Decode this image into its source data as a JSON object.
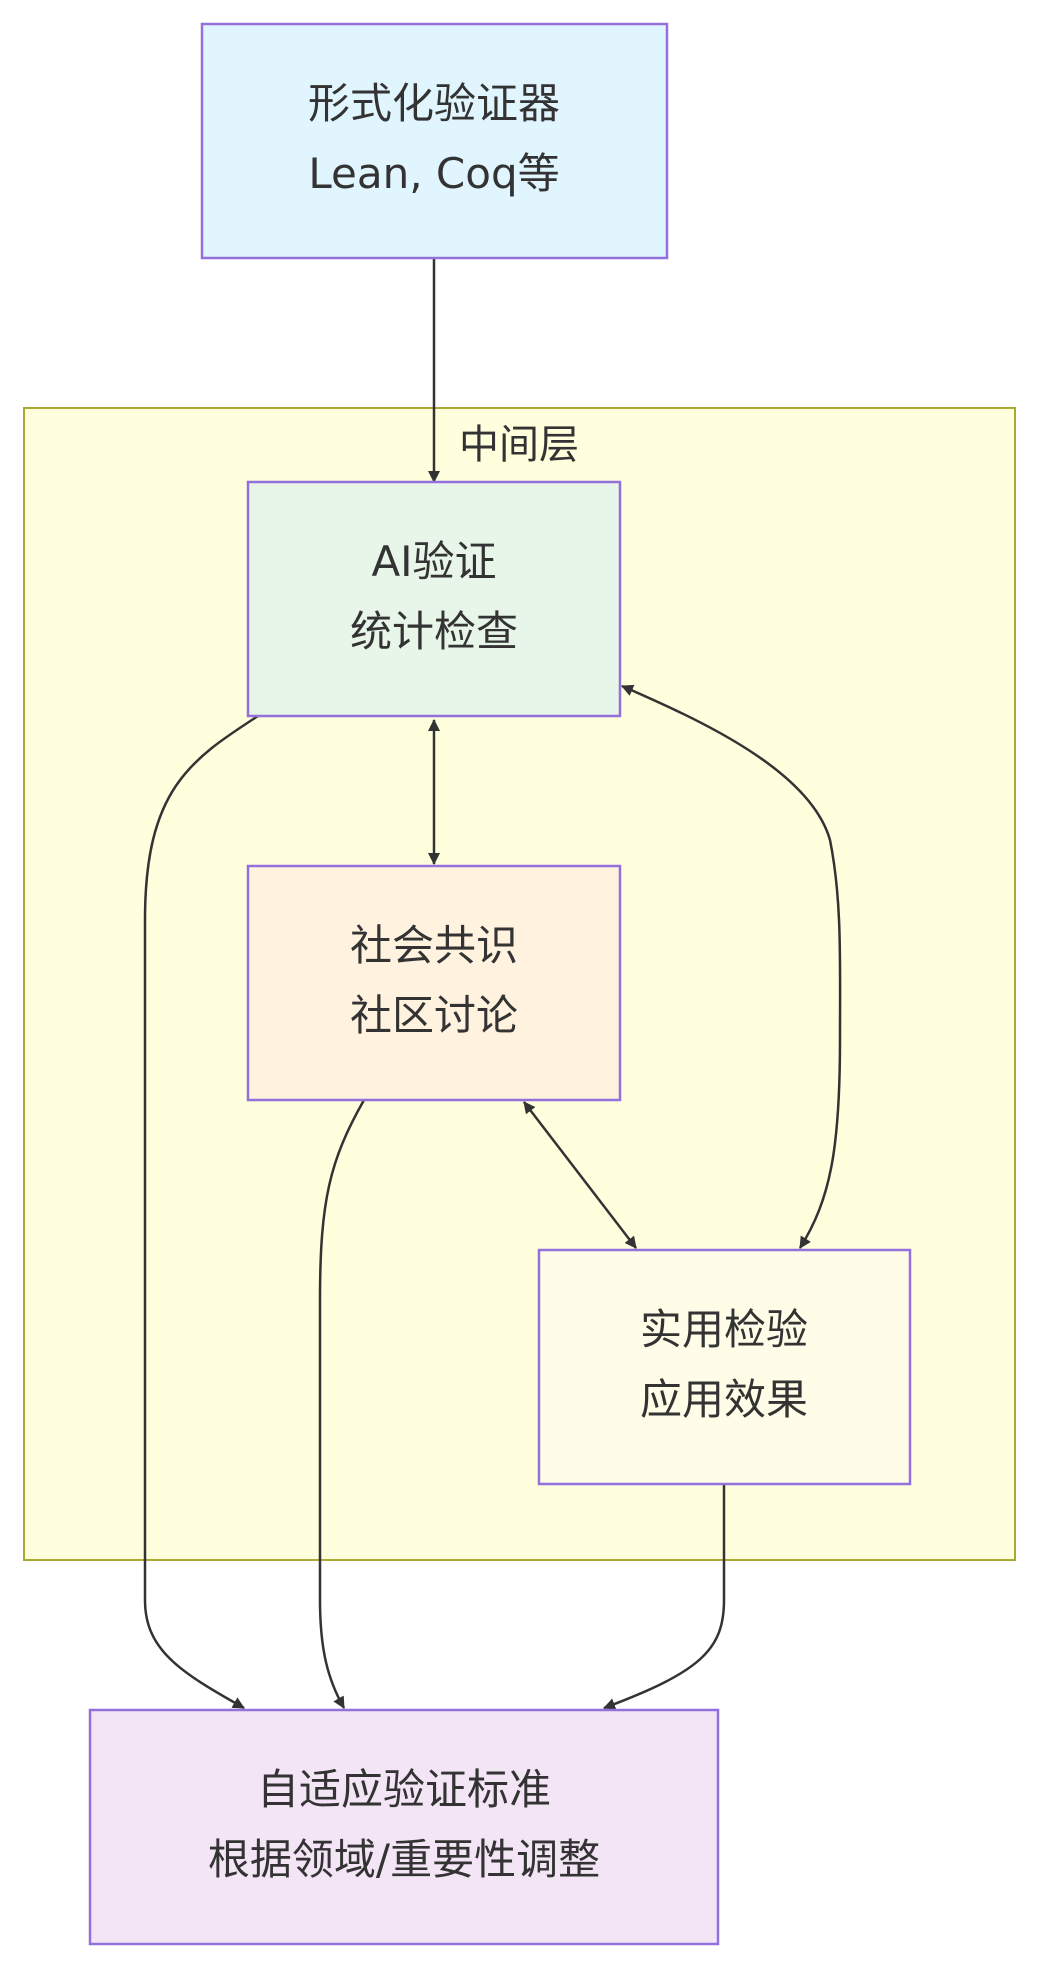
{
  "nodes": {
    "formal": {
      "line1": "形式化验证器",
      "line2": "Lean, Coq等",
      "fill": "#e1f5fe"
    },
    "ai": {
      "line1": "AI验证",
      "line2": "统计检查",
      "fill": "#e8f5e9"
    },
    "social": {
      "line1": "社会共识",
      "line2": "社区讨论",
      "fill": "#fff3e0"
    },
    "practical": {
      "line1": "实用检验",
      "line2": "应用效果",
      "fill": "#fffde7"
    },
    "adaptive": {
      "line1": "自适应验证标准",
      "line2": "根据领域/重要性调整",
      "fill": "#f3e5f5"
    }
  },
  "group": {
    "label": "中间层",
    "fill": "#ffffde",
    "stroke": "#aaaa33"
  },
  "colors": {
    "node_stroke": "#9370db",
    "edge": "#333333",
    "text": "#333333"
  },
  "edges": [
    {
      "from": "formal",
      "to": "ai",
      "bidirectional": false
    },
    {
      "from": "ai",
      "to": "social",
      "bidirectional": true
    },
    {
      "from": "ai",
      "to": "practical",
      "bidirectional": true
    },
    {
      "from": "social",
      "to": "practical",
      "bidirectional": true
    },
    {
      "from": "ai",
      "to": "adaptive",
      "bidirectional": false
    },
    {
      "from": "social",
      "to": "adaptive",
      "bidirectional": false
    },
    {
      "from": "practical",
      "to": "adaptive",
      "bidirectional": false
    }
  ]
}
